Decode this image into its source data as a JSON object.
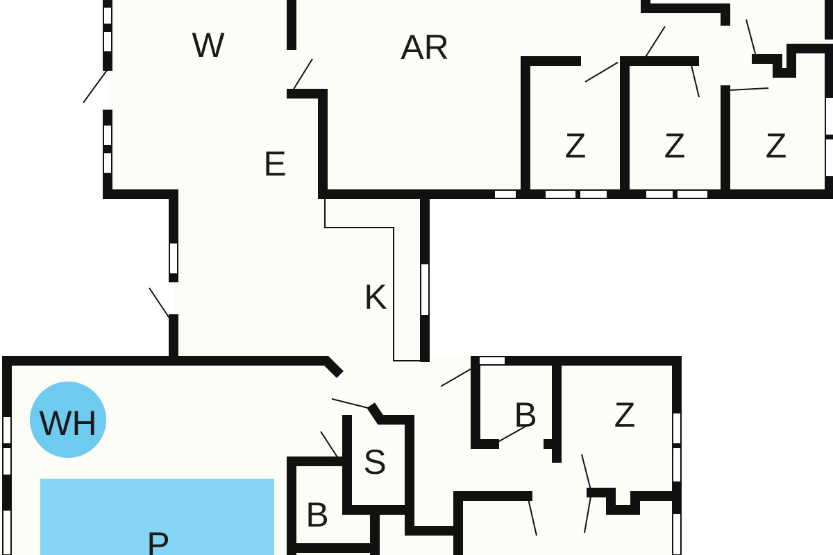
{
  "colors": {
    "wall": "#111111",
    "floor": "#fdfdf8",
    "pool": "#84d4f5",
    "whirlpool": "#6fcaf0"
  },
  "rooms": {
    "w": "W",
    "ar": "AR",
    "e": "E",
    "k": "K",
    "z1": "Z",
    "z2": "Z",
    "z3": "Z",
    "z4": "Z",
    "wh": "WH",
    "s": "S",
    "b1": "B",
    "b2": "B",
    "p": "P"
  }
}
